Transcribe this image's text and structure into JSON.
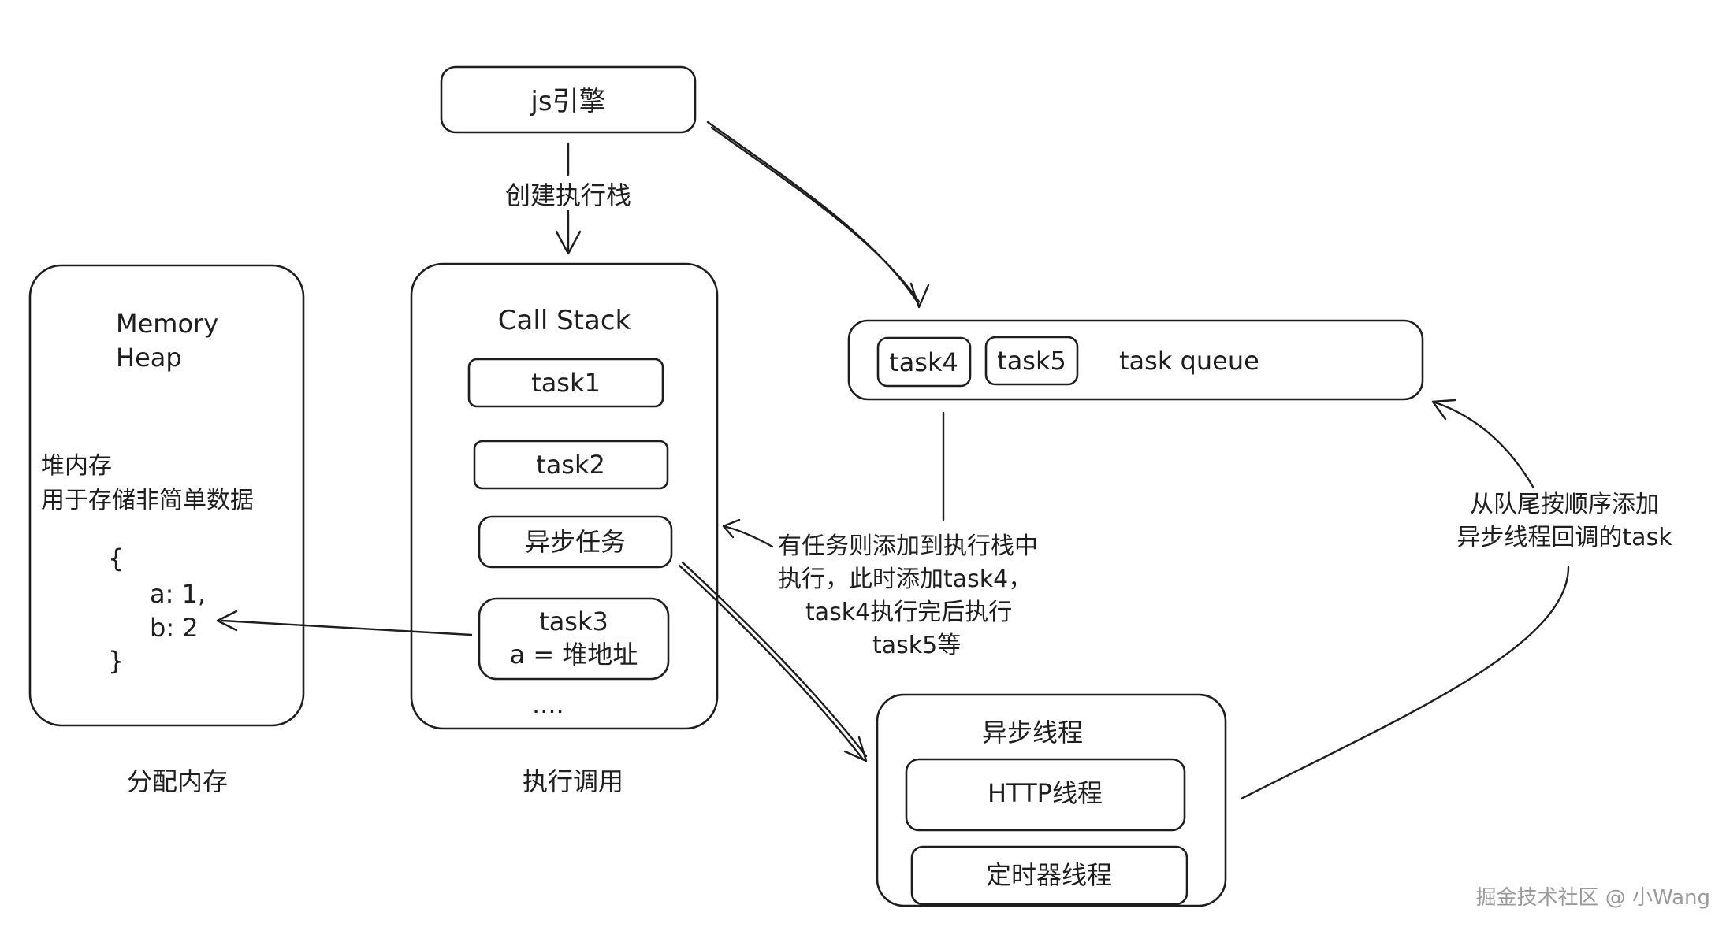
{
  "engine": {
    "label": "js引擎"
  },
  "create_stack_label": "创建执行栈",
  "call_stack": {
    "title": "Call Stack",
    "tasks": [
      "task1",
      "task2",
      "异步任务"
    ],
    "task3": {
      "name": "task3",
      "detail": "a = 堆地址"
    },
    "more": "....",
    "caption": "执行调用"
  },
  "memory_heap": {
    "title_line1": "Memory",
    "title_line2": "Heap",
    "desc_line1": "堆内存",
    "desc_line2": "用于存储非简单数据",
    "obj_open": "{",
    "obj_a": "a: 1,",
    "obj_b": "b: 2",
    "obj_close": "}",
    "caption": "分配内存"
  },
  "task_queue": {
    "items": [
      "task4",
      "task5"
    ],
    "label": "task queue"
  },
  "queue_note": {
    "line1": "有任务则添加到执行栈中",
    "line2": "执行，此时添加task4，",
    "line3": "task4执行完后执行",
    "line4": "task5等"
  },
  "callback_note": {
    "line1": "从队尾按顺序添加",
    "line2": "异步线程回调的task"
  },
  "async_threads": {
    "title": "异步线程",
    "http": "HTTP线程",
    "timer": "定时器线程"
  },
  "watermark": "掘金技术社区 @ 小Wang"
}
